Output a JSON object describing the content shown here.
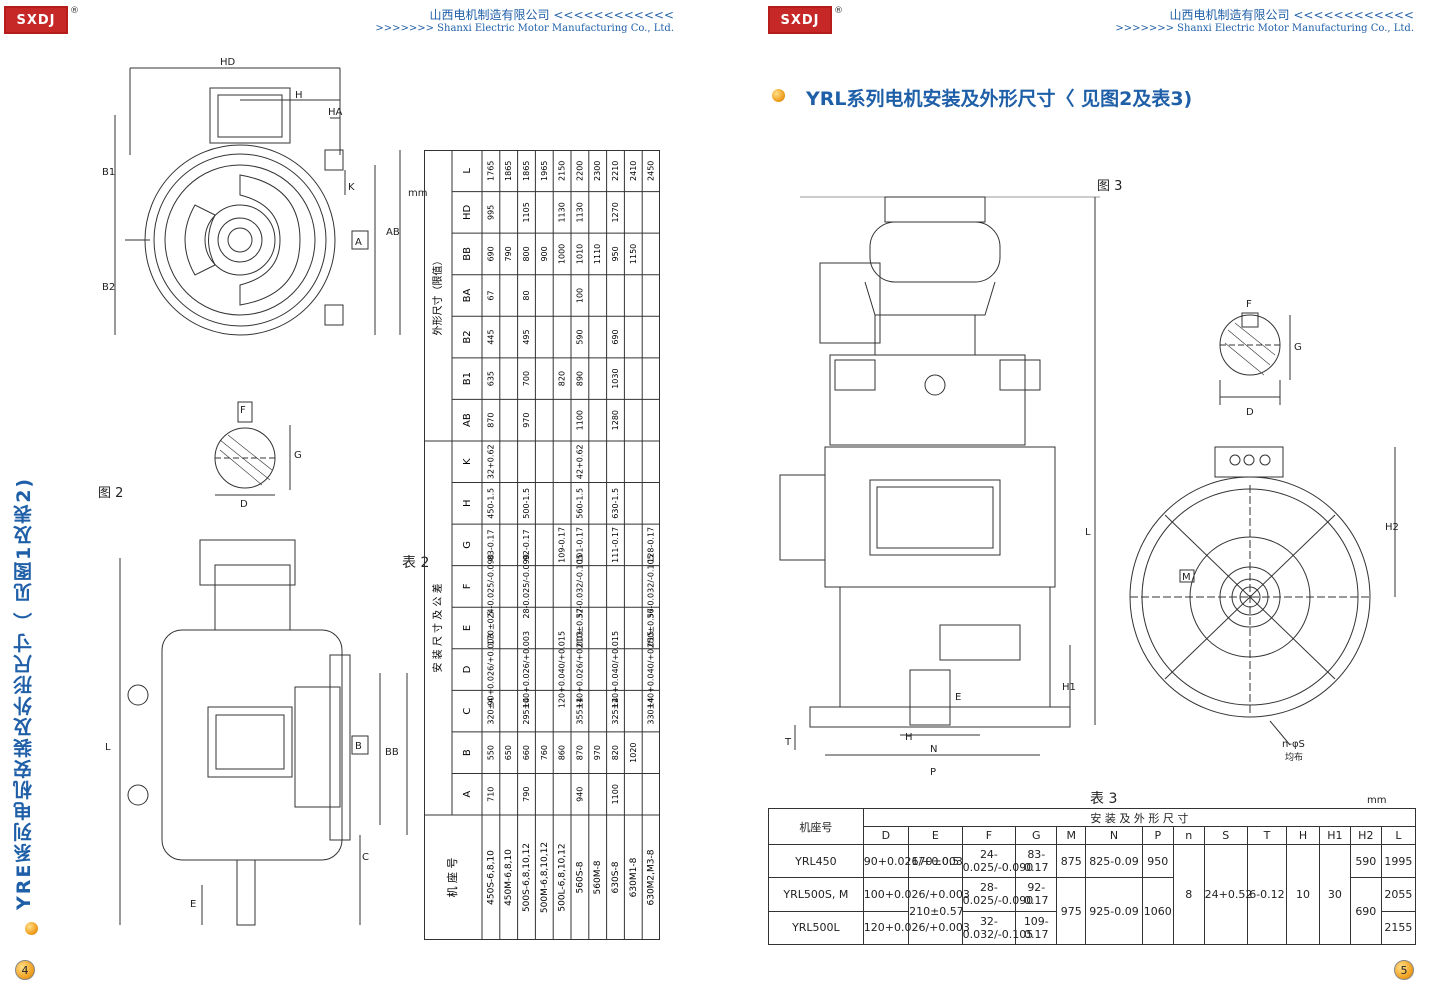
{
  "company": {
    "logo_text": "SXDJ",
    "registered_mark": "®",
    "cn_line": "山西电机制造有限公司 <<<<<<<<<<<<",
    "en_line": ">>>>>>> Shanxi Electric Motor Manufacturing Co., Ltd.",
    "cn_line_right": "山西电机制造有限公司 <<<<<<<<<<<<",
    "en_line_right": ">>>>>>> Shanxi Electric Motor Manufacturing Co., Ltd."
  },
  "left_page": {
    "title": "YRE系列电机安装及外形尺寸（ 见图1及表2)",
    "figure_label": "图 2",
    "table_title": "表 2",
    "unit": "mm",
    "page_number": "4",
    "dims": {
      "HD": "HD",
      "H": "H",
      "HA": "HA",
      "K": "K",
      "B1": "B1",
      "B2": "B2",
      "A": "A",
      "AB": "AB",
      "F": "F",
      "G": "G",
      "D": "D",
      "L": "L",
      "B": "B",
      "BB": "BB",
      "C": "C",
      "E": "E"
    },
    "table2": {
      "group_install": "安 装 尺 寸 及 公 差",
      "group_outline": "外形尺寸（限值）",
      "col_frame": "机 座 号",
      "columns": [
        "A",
        "B",
        "C",
        "D",
        "E",
        "F",
        "G",
        "H",
        "K",
        "AB",
        "B1",
        "B2",
        "BA",
        "BB",
        "HD",
        "L"
      ],
      "rows": [
        [
          "450S-6,8,10",
          "710",
          "550",
          "320±4",
          "90+0.026/+0.003",
          "170±0.5",
          "24-0.025/-0.090",
          "83-0.17",
          "450-1.5",
          "32+0.62",
          "870",
          "635",
          "445",
          "67",
          "690",
          "995",
          "1765"
        ],
        [
          "450M-6,8,10",
          "",
          "650",
          "",
          "",
          "",
          "",
          "",
          "",
          "",
          "",
          "",
          "",
          "",
          "790",
          "",
          "1865"
        ],
        [
          "500S-6,8,10,12",
          "790",
          "660",
          "295±4",
          "100+0.026/+0.003",
          "",
          "28-0.025/-0.090",
          "92-0.17",
          "500-1.5",
          "",
          "970",
          "700",
          "495",
          "80",
          "800",
          "1105",
          "1865"
        ],
        [
          "500M-6,8,10,12",
          "",
          "760",
          "",
          "",
          "",
          "",
          "",
          "",
          "",
          "",
          "",
          "",
          "",
          "900",
          "",
          "1965"
        ],
        [
          "500L-6,8,10,12",
          "",
          "860",
          "",
          "120+0.040/+0.015",
          "",
          "",
          "109-0.17",
          "",
          "",
          "",
          "820",
          "",
          "",
          "1000",
          "1130",
          "2150"
        ],
        [
          "560S-8",
          "940",
          "870",
          "355±4",
          "110+0.026/+0.003",
          "210±0.57",
          "32-0.032/-0.105",
          "101-0.17",
          "560-1.5",
          "42+0.62",
          "1100",
          "890",
          "590",
          "100",
          "1010",
          "1130",
          "2200"
        ],
        [
          "560M-8",
          "",
          "970",
          "",
          "",
          "",
          "",
          "",
          "",
          "",
          "",
          "",
          "",
          "",
          "1110",
          "",
          "2300"
        ],
        [
          "630S-8",
          "1100",
          "820",
          "325±4",
          "120+0.040/+0.015",
          "",
          "",
          "111-0.17",
          "630-1.5",
          "",
          "1280",
          "1030",
          "690",
          "",
          "950",
          "1270",
          "2210"
        ],
        [
          "630M1-8",
          "",
          "1020",
          "",
          "",
          "",
          "",
          "",
          "",
          "",
          "",
          "",
          "",
          "",
          "1150",
          "",
          "2410"
        ],
        [
          "630M2,M3-8",
          "",
          "",
          "330±4",
          "140+0.040/+0.015",
          "250±0.57",
          "36-0.032/-0.105",
          "128-0.17",
          "",
          "",
          "",
          "",
          "",
          "",
          "",
          "",
          "2450"
        ]
      ]
    }
  },
  "right_page": {
    "title": "YRL系列电机安装及外形尺寸〈 见图2及表3)",
    "figure_label": "图 3",
    "table_title": "表 3",
    "unit": "mm",
    "page_number": "5",
    "dims": {
      "F": "F",
      "G": "G",
      "D": "D",
      "L": "L",
      "H1": "H1",
      "H2": "H2",
      "T": "T",
      "H": "H",
      "E": "E",
      "N": "N",
      "P": "P",
      "M": "M",
      "S": "n-φS",
      "S_note": "均布"
    },
    "table3": {
      "header_frame": "机座号",
      "header_group": "安 装 及 外 形 尺 寸",
      "columns": [
        "D",
        "E",
        "F",
        "G",
        "M",
        "N",
        "P",
        "n",
        "S",
        "T",
        "H",
        "H1",
        "H2",
        "L"
      ],
      "rows": [
        {
          "frame": "YRL450",
          "D": "90+0.026/+0.003",
          "E": "170±0.5",
          "F": "24-0.025/-0.090",
          "G": "83-0.17",
          "M": "875",
          "N": "825-0.09",
          "P": "950",
          "H2": "590",
          "L": "1995"
        },
        {
          "frame": "YRL500S, M",
          "D": "100+0.026/+0.003",
          "F": "28-0.025/-0.090",
          "G": "92-0.17",
          "L": "2055"
        },
        {
          "frame": "YRL500L",
          "D": "120+0.026/+0.003",
          "F": "32-0.032/-0.105",
          "G": "109-0.17",
          "L": "2155"
        }
      ],
      "merged": {
        "E": "210±0.57",
        "M": "975",
        "N": "925-0.09",
        "P": "1060",
        "n": "8",
        "S": "24+0.52",
        "T": "6-0.12",
        "H": "10",
        "H1": "30",
        "H2": "690"
      }
    }
  }
}
